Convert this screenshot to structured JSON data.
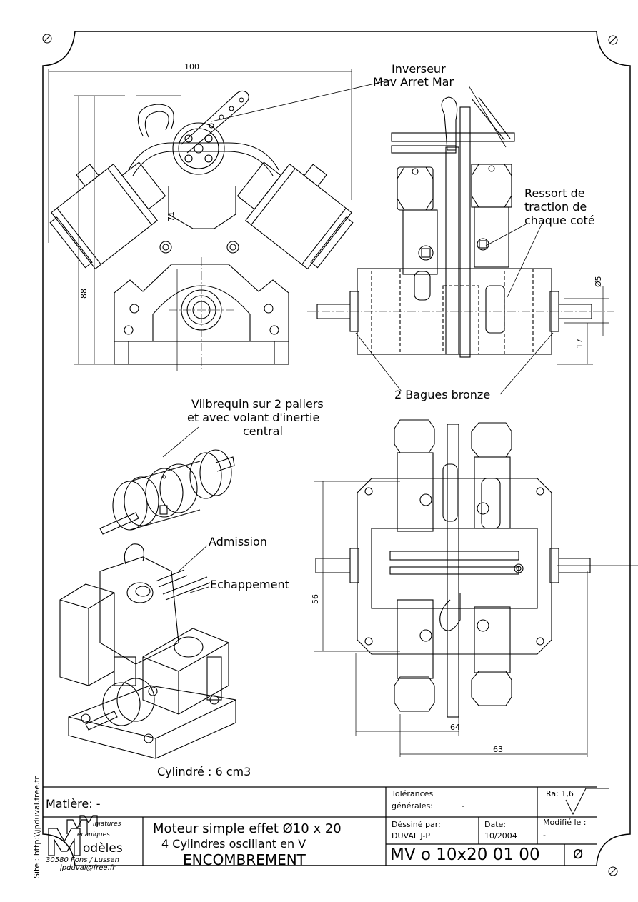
{
  "callouts": {
    "inverseur_l1": "Inverseur",
    "inverseur_l2": "Mav Arret Mar",
    "ressort_l1": "Ressort de",
    "ressort_l2": "traction de",
    "ressort_l3": "chaque coté",
    "bagues": "2 Bagues bronze",
    "vilbrequin_l1": "Vilbrequin sur 2 paliers",
    "vilbrequin_l2": "et avec volant d'inertie",
    "vilbrequin_l3": "central",
    "admission": "Admission",
    "echappement": "Echappement",
    "cylindre": "Cylindré : 6 cm3"
  },
  "dimensions": {
    "d100": "100",
    "d88": "88",
    "d71": "71",
    "d5": "Ø5",
    "d17": "17",
    "d56": "56",
    "d64": "64",
    "d63": "63"
  },
  "side_note": "Site : http:\\\\jpduval.free.fr",
  "title_block": {
    "matiere": "Matière:  -",
    "tolerances_l1": "Tolérances",
    "tolerances_l2": "générales:",
    "tolerances_val": "-",
    "ra": "Ra: 1,6",
    "title_l1": "Moteur simple effet Ø10 x 20",
    "title_l2": "4 Cylindres oscillant en V",
    "title_l3": "ENCOMBREMENT",
    "dessine_label": "Déssiné par:",
    "dessine_val": "DUVAL J-P",
    "date_label": "Date:",
    "date_val": "10/2004",
    "modifie_label": "Modifié le :",
    "modifie_val": "-",
    "drawing_number": "MV o 10x20 01 00",
    "diameter_symbol": "Ø"
  },
  "logo": {
    "letter_m1": "M",
    "miniatures": "iniatures",
    "letter_m2": "M",
    "ecaniques": "écaniques",
    "letter_m3": "M",
    "odeles": "odèles",
    "address": "30580 Fons / Lussan",
    "email": "jpduval@free.fr"
  }
}
